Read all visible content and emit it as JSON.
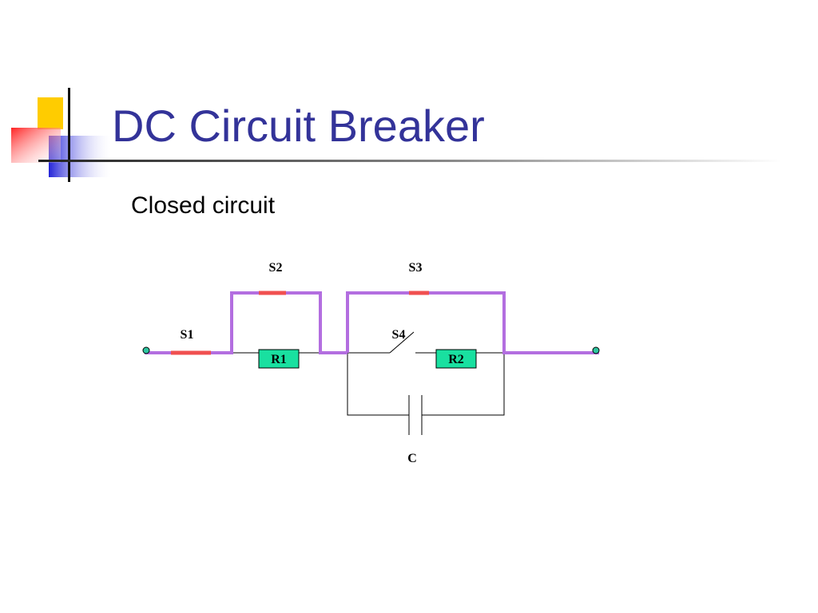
{
  "slide": {
    "title": "DC Circuit Breaker",
    "subtitle": "Closed circuit"
  },
  "circuit": {
    "labels": {
      "s1": "S1",
      "s2": "S2",
      "s3": "S3",
      "s4": "S4",
      "r1": "R1",
      "r2": "R2",
      "c": "C"
    },
    "colors": {
      "title": "#333399",
      "active_wire": "#b36ee0",
      "closed_switch": "#f05050",
      "resistor_fill": "#19e0a0",
      "terminal_fill": "#2ec4a0",
      "inactive_wire": "#000000"
    }
  }
}
